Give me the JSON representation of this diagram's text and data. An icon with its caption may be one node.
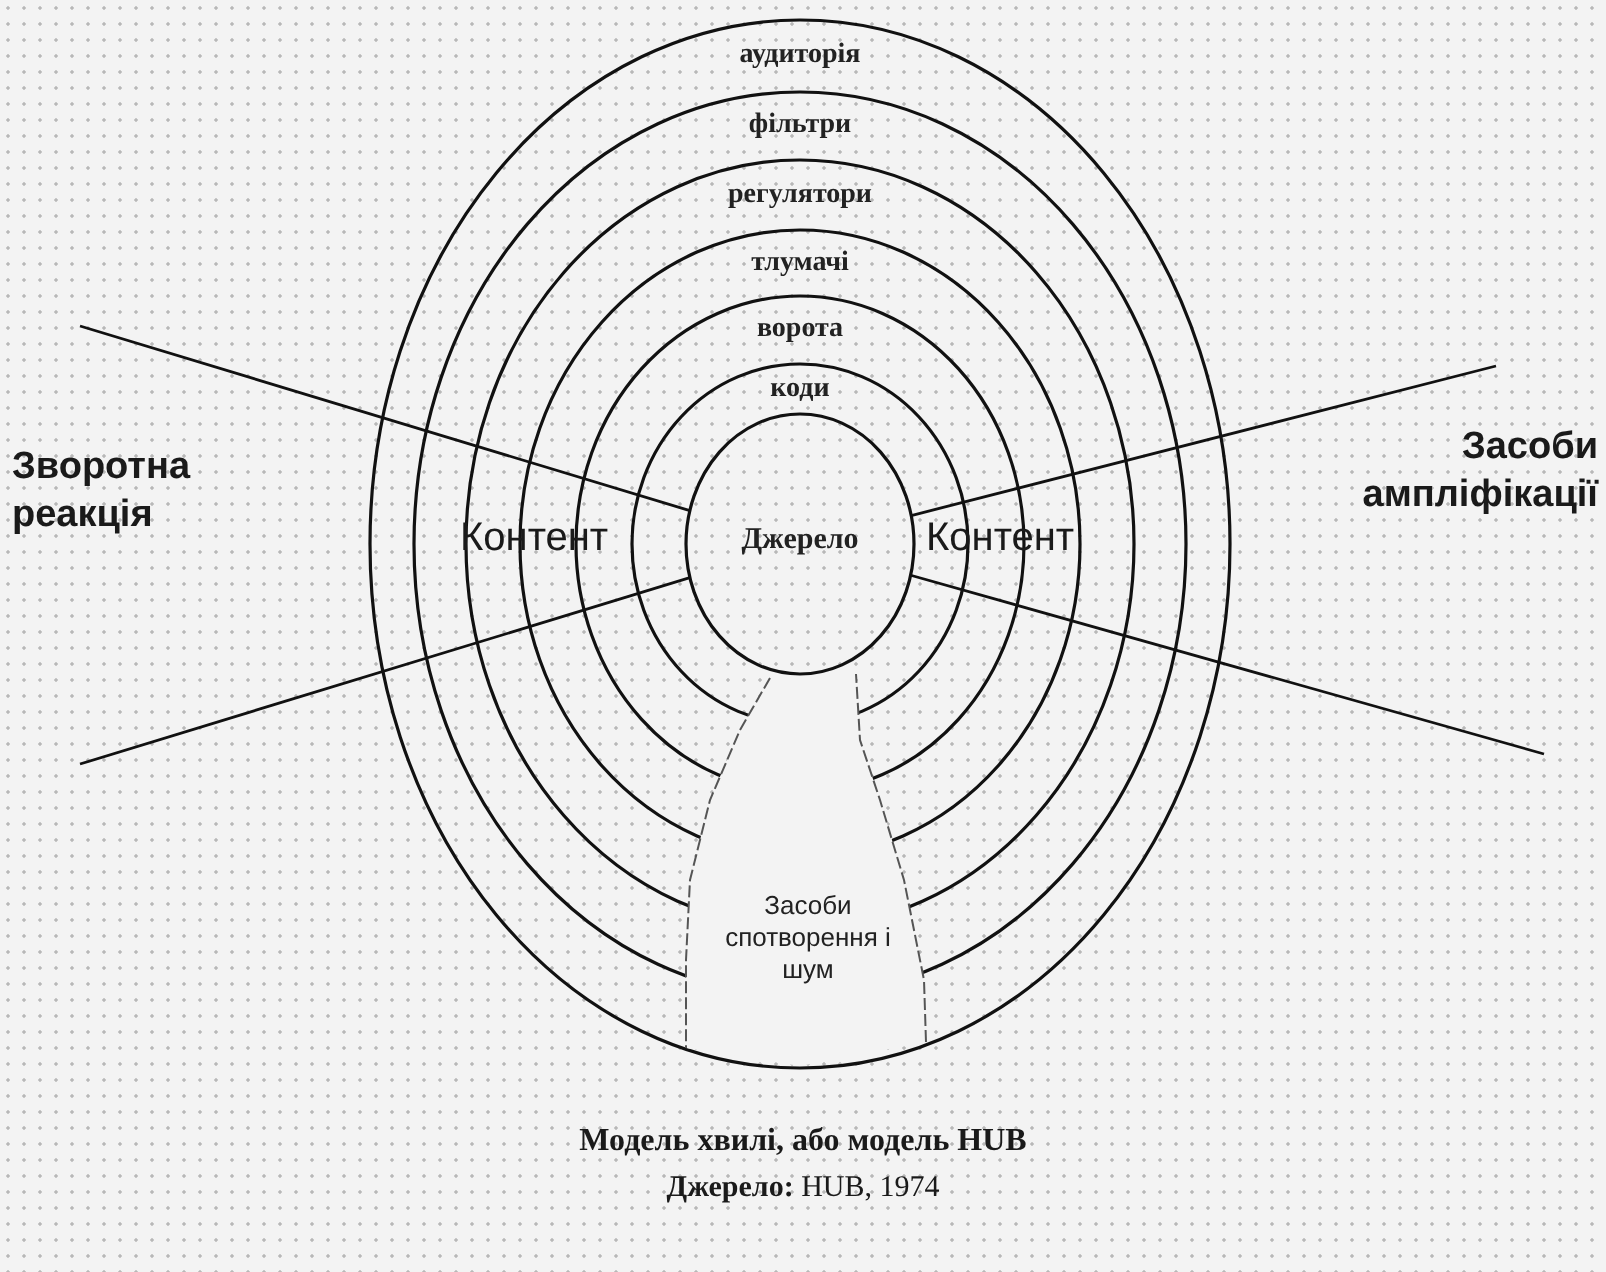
{
  "diagram": {
    "caption": "Модель хвилі, або модель HUB",
    "nodes": [
      {
        "text": [
          "аудиторія"
        ]
      },
      {
        "text": [
          "фільтри"
        ],
        "in": 0
      },
      {
        "text": [
          "регулятори"
        ],
        "in": 1
      },
      {
        "text": [
          "тлумачі"
        ],
        "in": 2
      },
      {
        "text": [
          "ворота"
        ],
        "in": 3
      },
      {
        "text": [
          "коди"
        ],
        "in": 4
      },
      {
        "text": [
          "Джерело"
        ],
        "in": 5
      },
      {
        "text": [
          "Засоби спотворення і шум"
        ],
        "in": 0
      }
    ],
    "edges": [
      {
        "from": 6,
        "to": null,
        "arrow": "none"
      },
      {
        "from": 6,
        "to": null,
        "arrow": "none"
      },
      {
        "from": 6,
        "to": null,
        "arrow": "none"
      },
      {
        "from": 6,
        "to": null,
        "arrow": "none"
      }
    ],
    "labels": [
      "Засоби ампліфікації",
      "Зворотна реакція",
      "Контент",
      "Контент",
      "**Джерело:** HUB, 1974"
    ]
  }
}
